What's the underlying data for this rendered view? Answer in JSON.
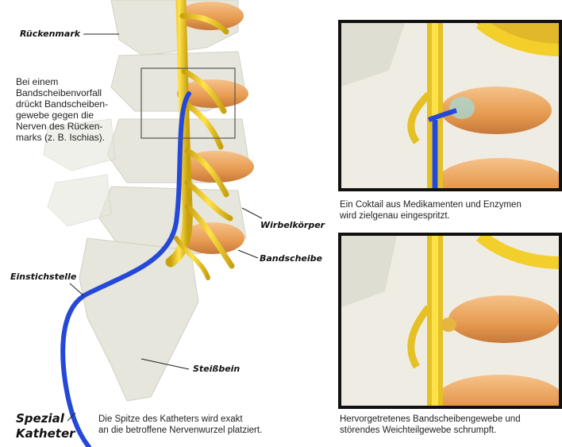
{
  "labels": {
    "rueckenmark": "Rückenmark",
    "wirbelkoerper": "Wirbelkörper",
    "bandscheibe": "Bandscheibe",
    "einstichstelle": "Einstichstelle",
    "steissbein": "Steißbein",
    "spezial": "Spezial",
    "katheter": "Katheter"
  },
  "description": {
    "line1": "Bei einem",
    "line2": "Bandscheibenvorfall",
    "line3": "drückt Bandscheiben-",
    "line4": "gewebe gegen die",
    "line5": "Nerven des Rücken-",
    "line6": "marks (z. B. Ischias)."
  },
  "captions": {
    "bottom_line1": "Die Spitze des Katheters wird exakt",
    "bottom_line2": "an die betroffene Nervenwurzel platziert.",
    "inset1_line1": "Ein Coktail aus Medikamenten und Enzymen",
    "inset1_line2": "wird zielgenau eingespritzt.",
    "inset2_line1": "Hervorgetretenes Bandscheibengewebe und",
    "inset2_line2": "störendes Weichteilgewebe schrumpft."
  },
  "colors": {
    "nerve": "#f2cf2a",
    "catheter": "#2448d8",
    "disc": "#e9a35c",
    "bone": "#d8d8cc"
  }
}
